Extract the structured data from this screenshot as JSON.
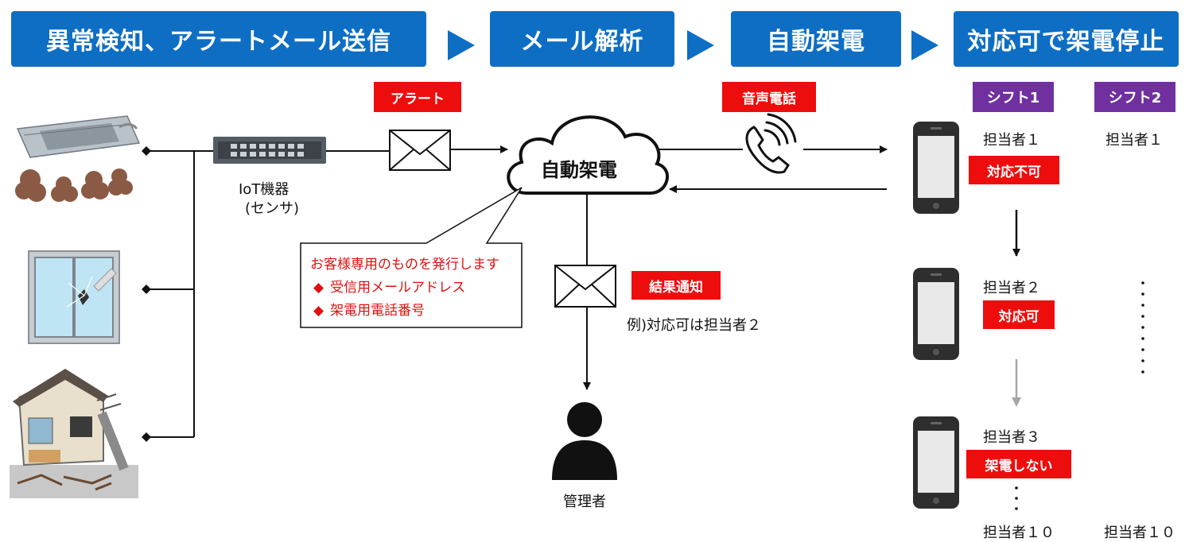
{
  "steps": [
    "異常検知、アラートメール送信",
    "メール解析",
    "自動架電",
    "対応可で架電停止"
  ],
  "tags": {
    "alert": "アラート",
    "voice_call": "音声電話",
    "result_notice": "結果通知",
    "shift1": "シフト1",
    "shift2": "シフト2"
  },
  "cloud_label": "自動架電",
  "iot": {
    "line1": "IoT機器",
    "line2": "(センサ)"
  },
  "callout": {
    "title": "お客様専用のものを発行します",
    "items": [
      "受信用メールアドレス",
      "架電用電話番号"
    ],
    "bullet": "◆"
  },
  "result_example": "例)対応可は担当者２",
  "admin_label": "管理者",
  "shift1_people": [
    {
      "name": "担当者１",
      "status": "対応不可"
    },
    {
      "name": "担当者２",
      "status": "対応可"
    },
    {
      "name": "担当者３",
      "status": "架電しない"
    }
  ],
  "shift1_last": "担当者１０",
  "shift2_first": "担当者１",
  "shift2_last": "担当者１０",
  "colors": {
    "step_blue": "#0d6ec4",
    "tag_red": "#ee0d0d",
    "tag_purple": "#7030a0",
    "callout_red": "#e01010"
  }
}
